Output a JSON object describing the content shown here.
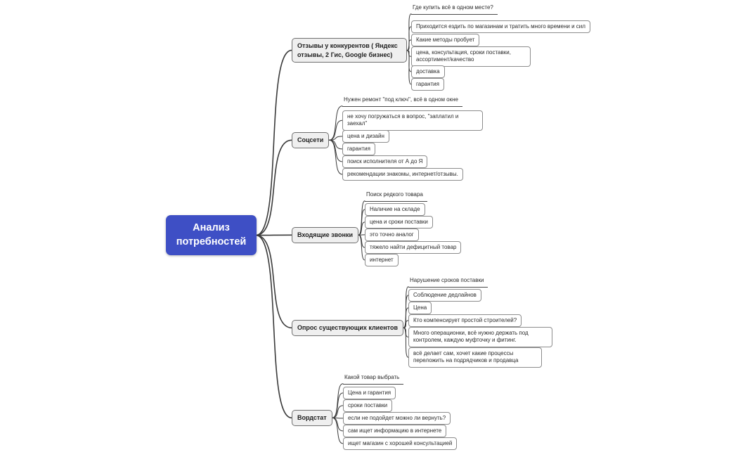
{
  "central": {
    "label": "Анализ потребностей",
    "color": "#3e4fc5"
  },
  "connector_color": "#3a3a3a",
  "branches": [
    {
      "label": "Отзывы у конкурентов ( Яндекс отзывы, 2 Гис, Google бизнес)",
      "children": [
        "Где купить всё в одном месте?",
        "Приходится ездить по магазинам и тратить много времени и сил",
        "Какие методы пробует",
        "цена, консультация, сроки поставки, ассортимент/качество",
        "доставка",
        "гарантия"
      ]
    },
    {
      "label": "Соцсети",
      "children": [
        "Нужен ремонт \"под ключ\", всё в одном окне",
        "не хочу погружаться в вопрос, \"заплатил и заехал\"",
        "цена и дизайн",
        "гарантия",
        "поиск исполнителя от А до Я",
        "рекомендации знакомы, интернет/отзывы."
      ]
    },
    {
      "label": "Входящие звонки",
      "children": [
        "Поиск редкого товара",
        "Наличие на складе",
        "цена и сроки поставки",
        "это точно аналог",
        "тяжело найти дефицитный товар",
        "интернет"
      ]
    },
    {
      "label": "Опрос существующих клиентов",
      "children": [
        "Нарушение сроков поставки",
        "Соблюдение дедлайнов",
        "Цена",
        "Кто компенсирует простой строителей?",
        "Много операционки, всё нужно держать под контролем, каждую муфточку и фитинг.",
        "всё делает сам, хочет какие процессы переложить на подрядчиков и продавца"
      ]
    },
    {
      "label": "Вордстат",
      "children": [
        "Какой товар выбрать",
        "Цена и гарантия",
        "сроки поставки",
        "если не подойдет можно ли вернуть?",
        "сам ищет информацию в интернете",
        "ищет магазин с хорошей консультацией"
      ]
    }
  ]
}
